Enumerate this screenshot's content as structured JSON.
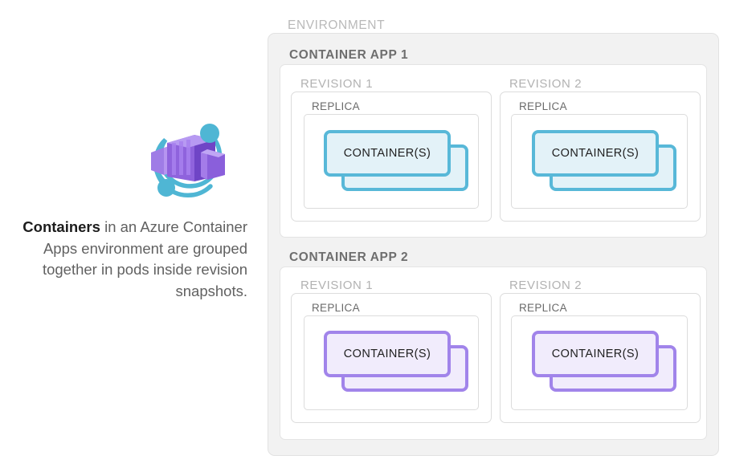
{
  "logo": {
    "name": "azure-container-apps-logo",
    "colors": {
      "purple_light": "#b393ee",
      "purple_mid": "#9b72e0",
      "purple_dark": "#7b4fd0",
      "cyan": "#4fb6d4"
    }
  },
  "caption": {
    "bold_text": "Containers",
    "rest_text": " in an Azure Container Apps environment are grouped together in pods inside revision snapshots.",
    "full_text": "Containers in an Azure Container Apps environment are grouped together in pods inside revision snapshots."
  },
  "diagram": {
    "environment_label": "ENVIRONMENT",
    "apps": [
      {
        "label": "CONTAINER APP 1",
        "accent_color": "#58b8d8",
        "accent_fill": "#e3f2f8",
        "revisions": [
          {
            "label": "REVISION 1",
            "replica_label": "REPLICA",
            "container_label": "CONTAINER(S)"
          },
          {
            "label": "REVISION 2",
            "replica_label": "REPLICA",
            "container_label": "CONTAINER(S)"
          }
        ]
      },
      {
        "label": "CONTAINER APP 2",
        "accent_color": "#a184ea",
        "accent_fill": "#f1ecfc",
        "revisions": [
          {
            "label": "REVISION 1",
            "replica_label": "REPLICA",
            "container_label": "CONTAINER(S)"
          },
          {
            "label": "REVISION 2",
            "replica_label": "REPLICA",
            "container_label": "CONTAINER(S)"
          }
        ]
      }
    ]
  },
  "theme": {
    "environment_bg": "#f2f2f2",
    "box_border": "#e2e2e2",
    "label_gray": "#b9b9b9",
    "app_label_gray": "#6e6e6e",
    "revision_label_gray": "#b2b2b2",
    "replica_label_gray": "#6b6b6b",
    "caption_gray": "#616161"
  }
}
